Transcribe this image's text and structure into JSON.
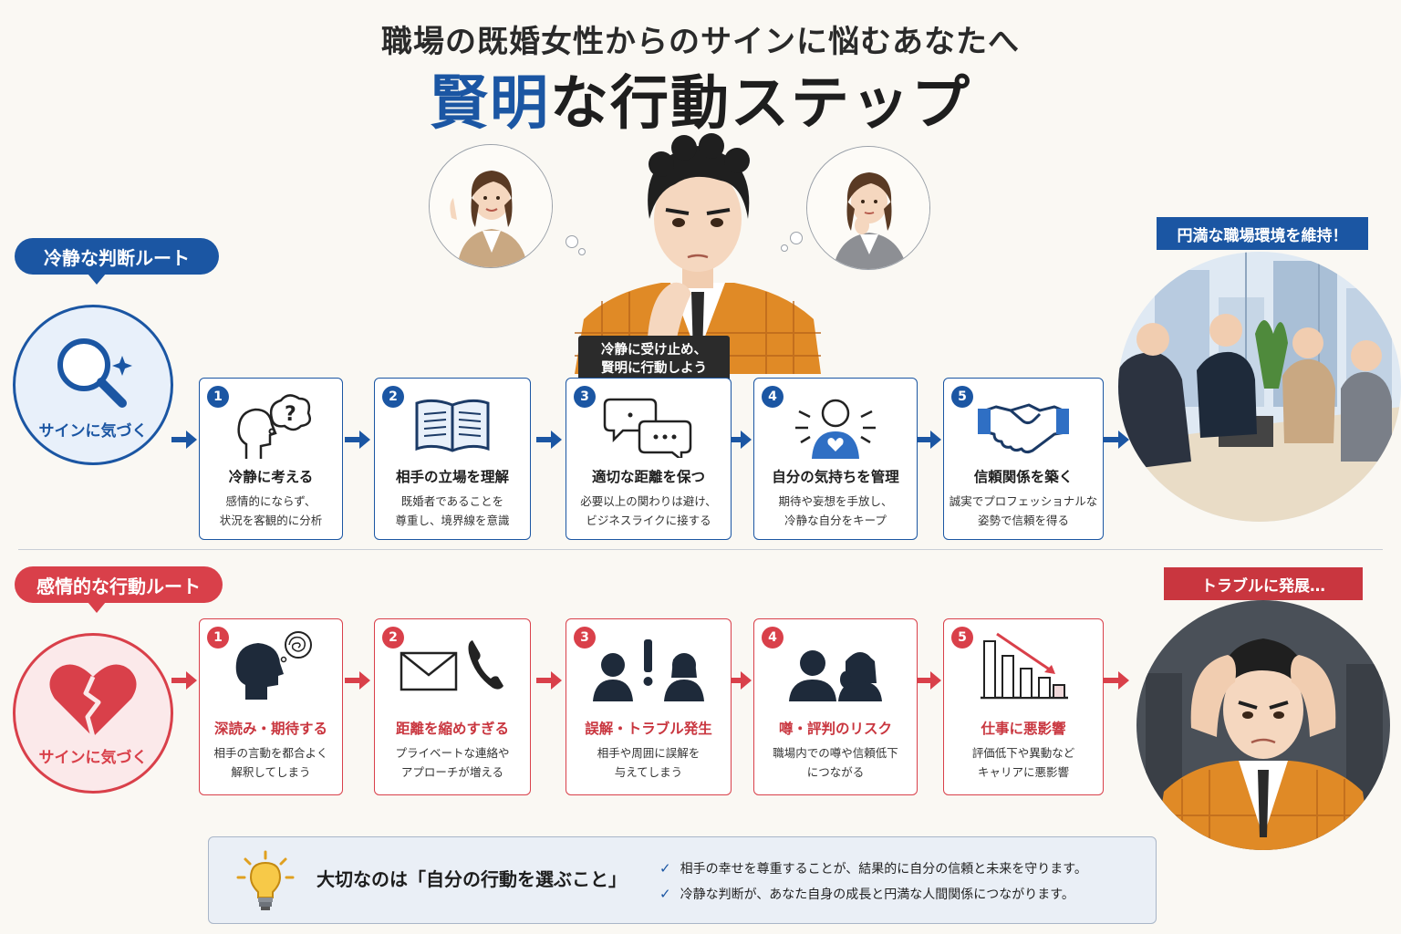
{
  "header": {
    "subtitle": "職場の既婚女性からのサインに悩むあなたへ",
    "title_accent": "賢明",
    "title_rest": "な行動ステップ"
  },
  "center_caption": {
    "line1": "冷静に受け止め、",
    "line2": "賢明に行動しよう"
  },
  "calm_route": {
    "badge": "冷静な判断ルート",
    "start_label": "サインに気づく",
    "steps": [
      {
        "num": "1",
        "title": "冷静に考える",
        "desc1": "感情的にならず、",
        "desc2": "状況を客観的に分析",
        "icon": "thinking-head-icon"
      },
      {
        "num": "2",
        "title": "相手の立場を理解",
        "desc1": "既婚者であることを",
        "desc2": "尊重し、境界線を意識",
        "icon": "open-book-icon"
      },
      {
        "num": "3",
        "title": "適切な距離を保つ",
        "desc1": "必要以上の関わりは避け、",
        "desc2": "ビジネスライクに接する",
        "icon": "chat-bubbles-icon"
      },
      {
        "num": "4",
        "title": "自分の気持ちを管理",
        "desc1": "期待や妄想を手放し、",
        "desc2": "冷静な自分をキープ",
        "icon": "person-heart-icon"
      },
      {
        "num": "5",
        "title": "信頼関係を築く",
        "desc1": "誠実でプロフェッショナルな",
        "desc2": "姿勢で信頼を得る",
        "icon": "handshake-icon"
      }
    ],
    "result": "円満な職場環境を維持！"
  },
  "emotional_route": {
    "badge": "感情的な行動ルート",
    "start_label": "サインに気づく",
    "steps": [
      {
        "num": "1",
        "title": "深読み・期待する",
        "desc1": "相手の言動を都合よく",
        "desc2": "解釈してしまう",
        "icon": "overthinking-head-icon"
      },
      {
        "num": "2",
        "title": "距離を縮めすぎる",
        "desc1": "プライベートな連絡や",
        "desc2": "アプローチが増える",
        "icon": "mail-phone-icon"
      },
      {
        "num": "3",
        "title": "誤解・トラブル発生",
        "desc1": "相手や周囲に誤解を",
        "desc2": "与えてしまう",
        "icon": "conflict-icon"
      },
      {
        "num": "4",
        "title": "噂・評判のリスク",
        "desc1": "職場内での噂や信頼低下",
        "desc2": "につながる",
        "icon": "gossip-icon"
      },
      {
        "num": "5",
        "title": "仕事に悪影響",
        "desc1": "評価低下や異動など",
        "desc2": "キャリアに悪影響",
        "icon": "declining-chart-icon"
      }
    ],
    "result": "トラブルに発展…"
  },
  "tip": {
    "title": "大切なのは「自分の行動を選ぶこと」",
    "items": [
      "相手の幸せを尊重することが、結果的に自分の信頼と未来を守ります。",
      "冷静な判断が、あなた自身の成長と円満な人間関係につながります。"
    ]
  },
  "colors": {
    "blue": "#1b56a3",
    "red": "#d9404a",
    "suit_orange": "#e08a26"
  }
}
